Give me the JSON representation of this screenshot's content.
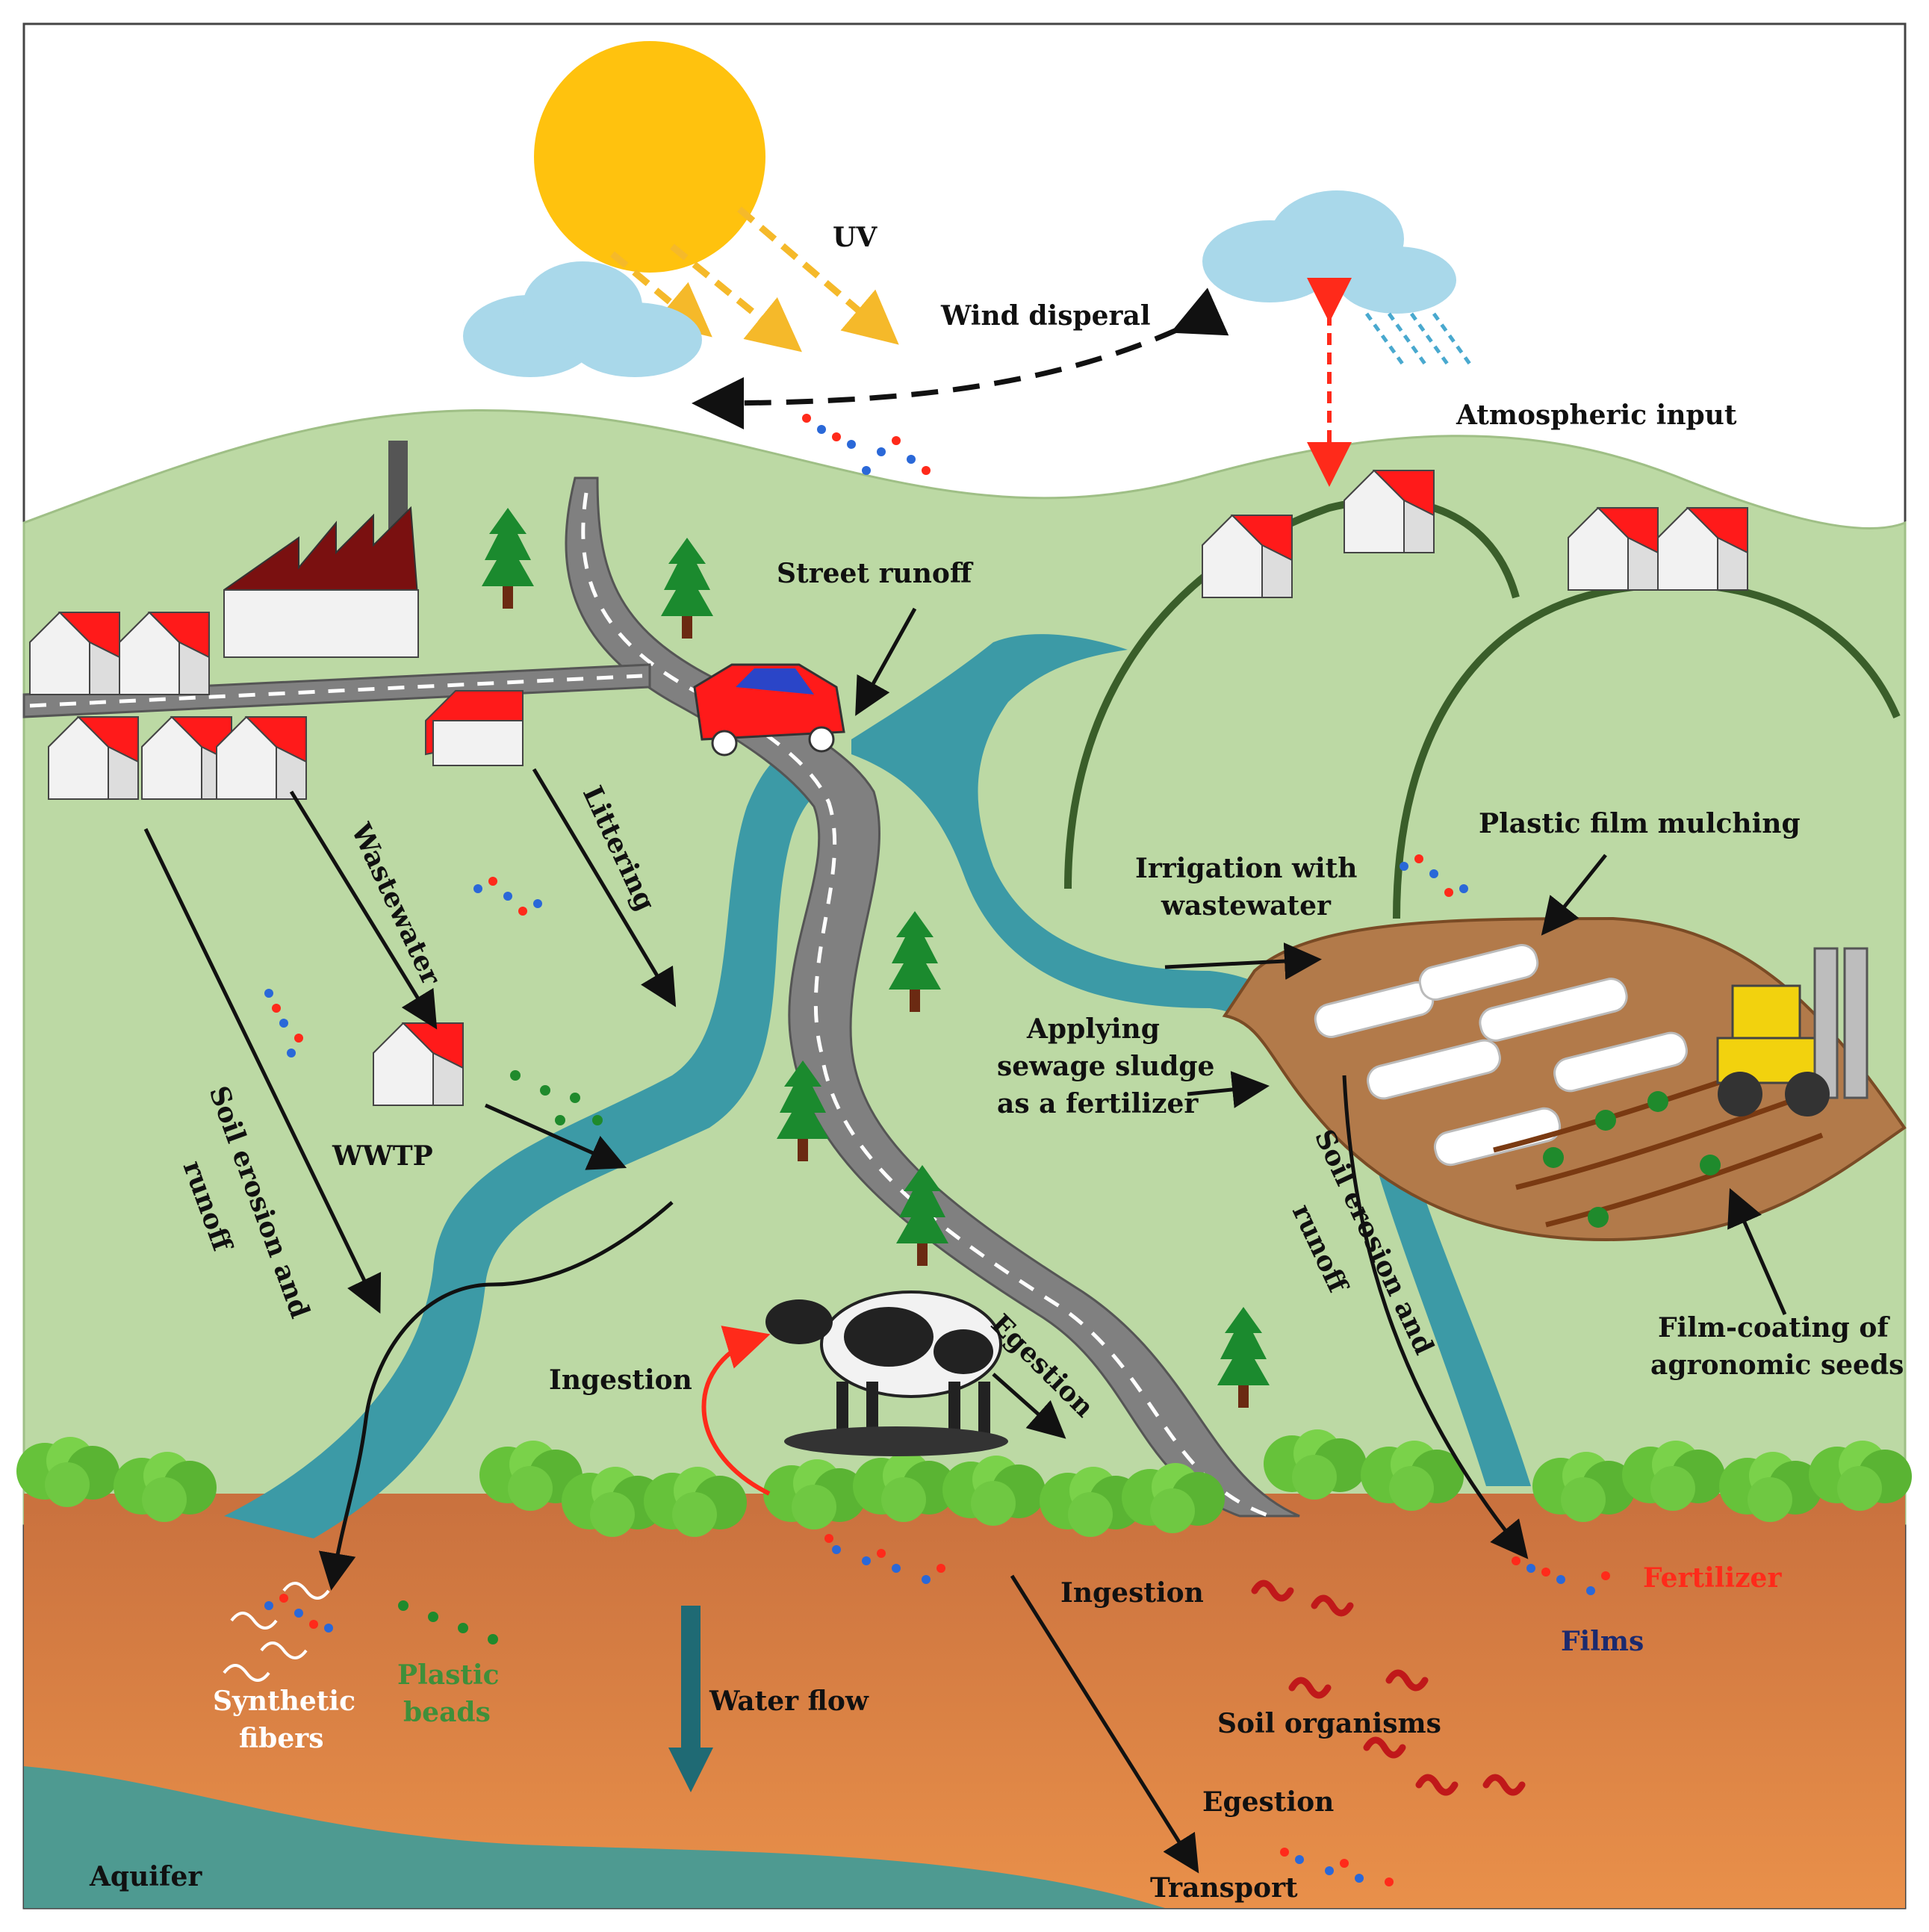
{
  "labels": {
    "uv": "UV",
    "wind_dispersal": "Wind disperal",
    "atmospheric_input": "Atmospheric input",
    "street_runoff": "Street runoff",
    "wastewater": "Wastewater",
    "littering": "Littering",
    "wwtp": "WWTP",
    "soil_erosion_left_1": "Soil erosion and",
    "soil_erosion_left_2": "runoff",
    "irrigation_1": "Irrigation with",
    "irrigation_2": "wastewater",
    "plastic_film_mulching": "Plastic film mulching",
    "sludge_1": "Applying",
    "sludge_2": "sewage sludge",
    "sludge_3": "as a fertilizer",
    "soil_erosion_right_1": "Soil erosion and",
    "soil_erosion_right_2": "runoff",
    "seed_coating_1": "Film-coating of",
    "seed_coating_2": "agronomic seeds",
    "ingestion_cow": "Ingestion",
    "egestion_cow": "Egestion",
    "ingestion_soil": "Ingestion",
    "fertilizer": "Fertilizer",
    "films": "Films",
    "synthetic_1": "Synthetic",
    "synthetic_2": "fibers",
    "plastic_beads_1": "Plastic",
    "plastic_beads_2": "beads",
    "water_flow": "Water flow",
    "soil_organisms": "Soil organisms",
    "egestion_soil": "Egestion",
    "aquifer": "Aquifer",
    "transport": "Transport"
  },
  "colors": {
    "sky": "#ffffff",
    "hills": "#bcd9a4",
    "hills_border": "#9fbf86",
    "soil_top": "#c9713e",
    "soil_bottom": "#e48c47",
    "aquifer": "#4e9a91",
    "river": "#3c9aa6",
    "road": "#808080",
    "sun": "#ffc20e",
    "uv_arrow": "#f5b92a",
    "cloud": "#a9d8ea",
    "house_roof": "#ff1a1a",
    "house_wall": "#f2f2f2",
    "factory_roof": "#7a1010",
    "tree": "#1b8a2e",
    "bush": "#66c23a",
    "field": "#b27a4a",
    "worm": "#c0181a",
    "label": "#111111",
    "label_red": "#ff2a1a",
    "label_navy": "#1c2a6e"
  },
  "icons": [
    "sun-icon",
    "cloud-icon",
    "rain-icon",
    "house-icon",
    "factory-icon",
    "tree-icon",
    "car-icon",
    "cow-icon",
    "tractor-icon",
    "worm-icon",
    "bush-icon",
    "microplastic-particles-icon"
  ]
}
